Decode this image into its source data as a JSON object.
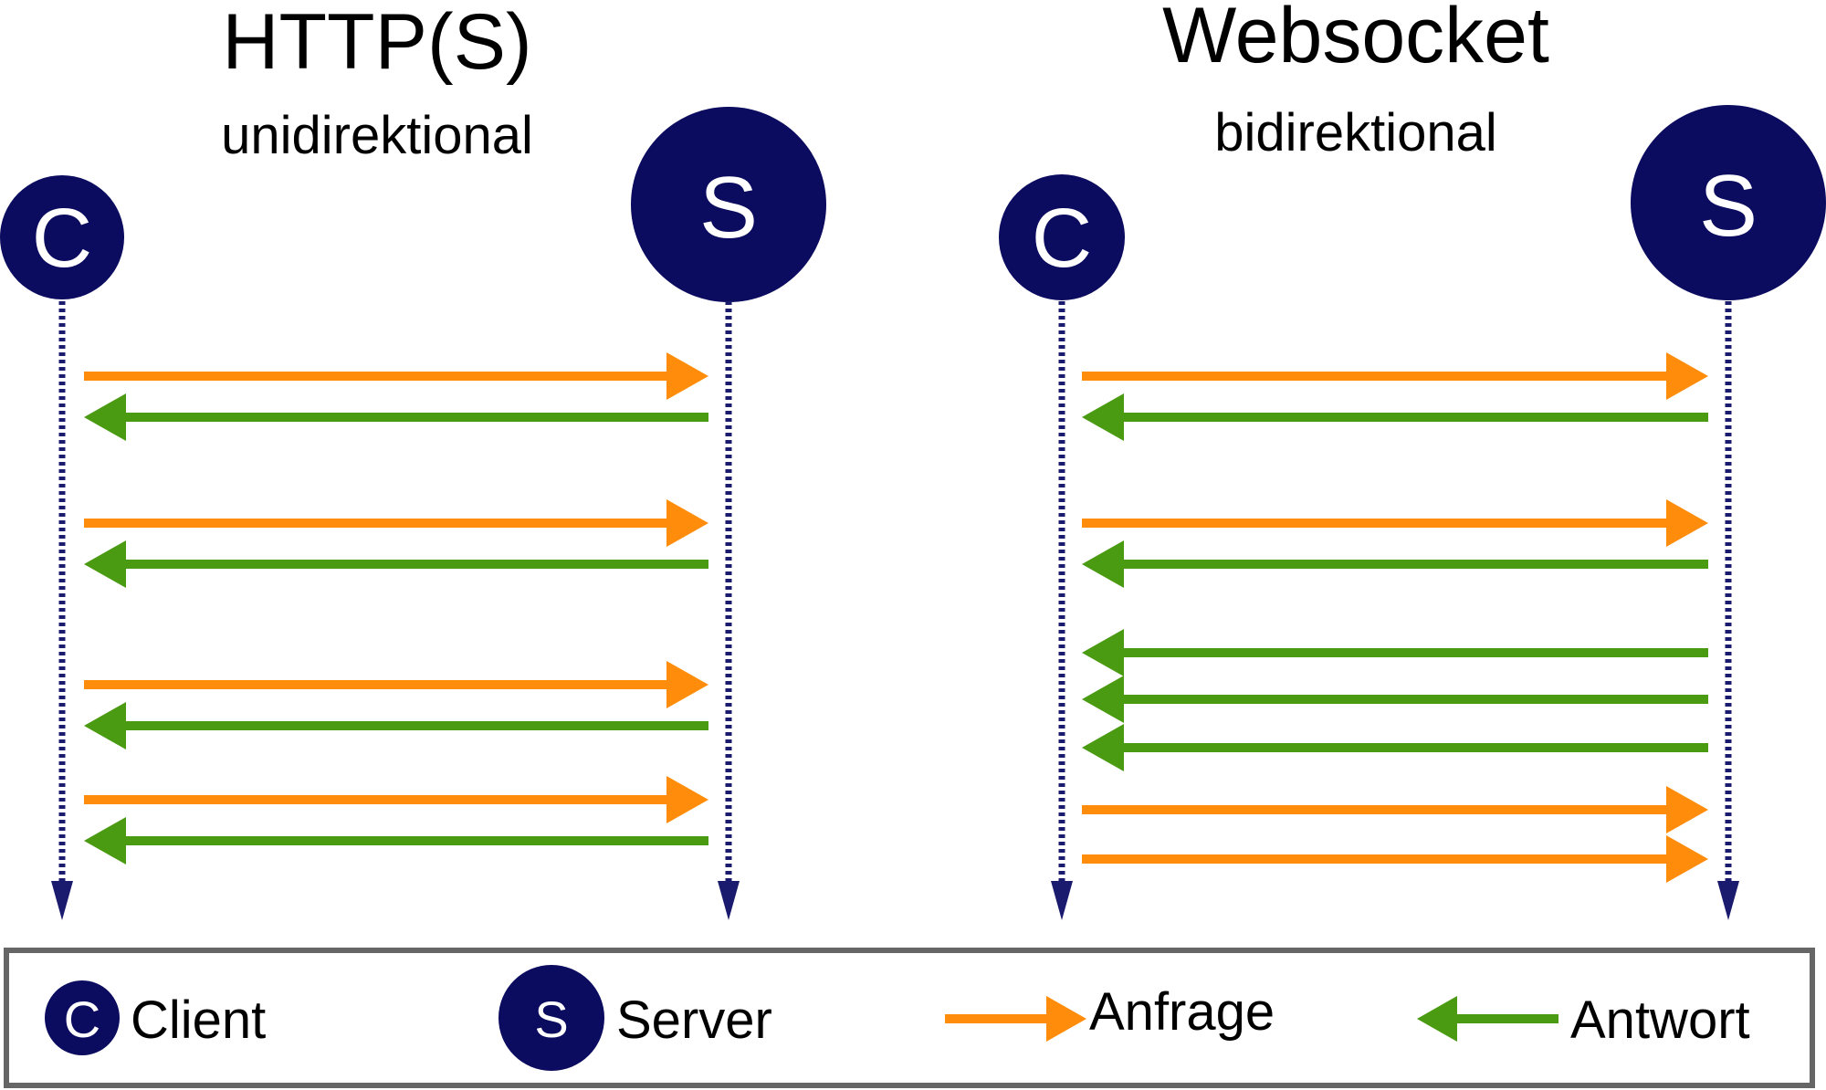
{
  "colors": {
    "node": "#0b0b5f",
    "request": "#ff8c0a",
    "response": "#4a9a12",
    "lifeline": "#1a1a6e",
    "legend_border": "#666666"
  },
  "http": {
    "title": "HTTP(S)",
    "subtitle": "unidirektional",
    "client_letter": "C",
    "server_letter": "S",
    "messages": [
      "request",
      "response",
      "request",
      "response",
      "request",
      "response",
      "request",
      "response"
    ]
  },
  "websocket": {
    "title": "Websocket",
    "subtitle": "bidirektional",
    "client_letter": "C",
    "server_letter": "S",
    "messages": [
      "request",
      "response",
      "request",
      "response",
      "response",
      "response",
      "response",
      "request",
      "request"
    ]
  },
  "legend": {
    "client_letter": "C",
    "client_label": "Client",
    "server_letter": "S",
    "server_label": "Server",
    "request_label": "Anfrage",
    "response_label": "Antwort"
  }
}
